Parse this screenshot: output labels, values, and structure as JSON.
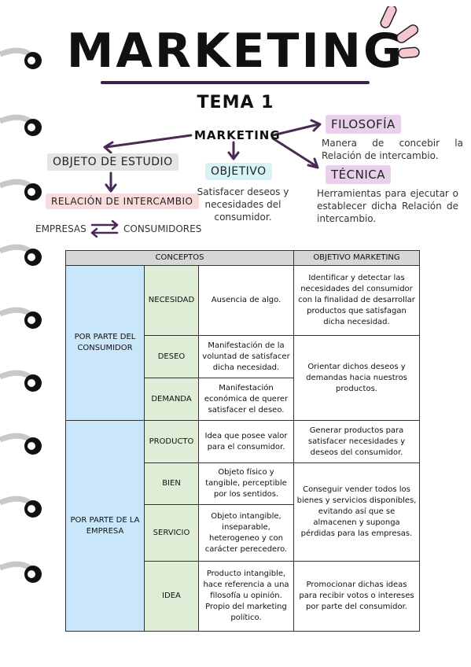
{
  "title": "MARKETING",
  "subtitle": "TEMA 1",
  "diagram": {
    "center": "MARKETING",
    "objeto_estudio": "OBJETO DE ESTUDIO",
    "relacion": "RELACIÓN DE INTERCAMBIO",
    "empresas": "EMPRESAS",
    "consumidores": "CONSUMIDORES",
    "objetivo": "OBJETIVO",
    "objetivo_desc": "Satisfacer deseos y necesidades del consumidor.",
    "filosofia": "FILOSOFÍA",
    "filosofia_desc": "Manera de concebir la Relación de intercambio.",
    "tecnica": "TÉCNICA",
    "tecnica_desc": "Herramientas para ejecutar o establecer dicha Relación de intercambio."
  },
  "table": {
    "header_conceptos": "CONCEPTOS",
    "header_objetivo": "OBJETIVO MARKETING",
    "group_consumidor": "POR PARTE DEL CONSUMIDOR",
    "group_empresa": "POR PARTE DE LA EMPRESA",
    "rows": [
      {
        "concept": "NECESIDAD",
        "definition": "Ausencia de algo.",
        "objective": "Identificar y detectar las necesidades del consumidor con la finalidad de desarrollar productos que satisfagan dicha necesidad."
      },
      {
        "concept": "DESEO",
        "definition": "Manifestación de la voluntad de satisfacer dicha necesidad.",
        "objective": "Orientar dichos deseos y demandas hacia nuestros productos."
      },
      {
        "concept": "DEMANDA",
        "definition": "Manifestación económica de querer satisfacer el deseo.",
        "objective": ""
      },
      {
        "concept": "PRODUCTO",
        "definition": "Idea que posee valor para el consumidor.",
        "objective": "Generar productos para satisfacer necesidades y deseos del consumidor."
      },
      {
        "concept": "BIEN",
        "definition": "Objeto físico y tangible, perceptible por los sentidos.",
        "objective": "Conseguir vender todos los bienes y servicios disponibles, evitando así que se almacenen y suponga pérdidas para las empresas."
      },
      {
        "concept": "SERVICIO",
        "definition": "Objeto intangible, inseparable, heterogeneo y con carácter perecedero.",
        "objective": ""
      },
      {
        "concept": "IDEA",
        "definition": "Producto intangible, hace referencia a una filosofía u opinión. Propio del marketing político.",
        "objective": "Promocionar dichas ideas para recibir votos o intereses por parte del consumidor."
      }
    ]
  },
  "colors": {
    "title_underline": "#3a2147",
    "consumer_group": "#c9e6fb",
    "concept_cells": "#dfecd6",
    "header": "#d6d6d6",
    "accent_pink": "#f4c6cf",
    "arrow": "#4a2a55"
  }
}
